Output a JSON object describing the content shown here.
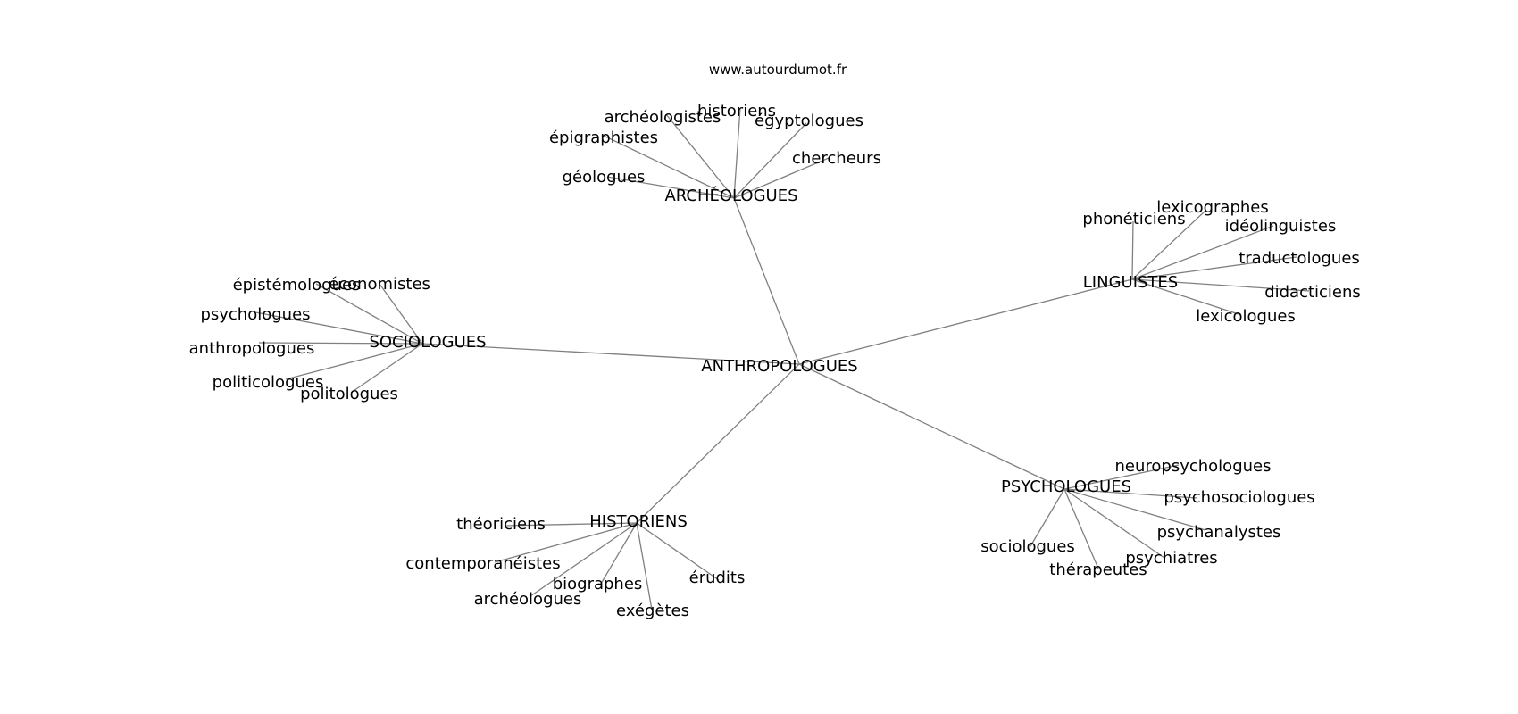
{
  "watermark": "www.autourdumot.fr",
  "diagram": {
    "type": "word-network",
    "center": "ANTHROPOLOGUES",
    "clusters": [
      {
        "label": "ARCHÉOLOGUES",
        "terms": [
          "archéologistes",
          "historiens",
          "égyptologues",
          "épigraphistes",
          "chercheurs",
          "géologues"
        ]
      },
      {
        "label": "LINGUISTES",
        "terms": [
          "phonéticiens",
          "lexicographes",
          "idéolinguistes",
          "traductologues",
          "didacticiens",
          "lexicologues"
        ]
      },
      {
        "label": "SOCIOLOGUES",
        "terms": [
          "épistémologues",
          "économistes",
          "psychologues",
          "anthropologues",
          "politicologues",
          "politologues"
        ]
      },
      {
        "label": "HISTORIENS",
        "terms": [
          "théoriciens",
          "contemporanéistes",
          "biographes",
          "archéologues",
          "exégètes",
          "érudits"
        ]
      },
      {
        "label": "PSYCHOLOGUES",
        "terms": [
          "neuropsychologues",
          "psychosociologues",
          "psychanalystes",
          "psychiatres",
          "sociologues",
          "thérapeutes"
        ]
      }
    ]
  }
}
